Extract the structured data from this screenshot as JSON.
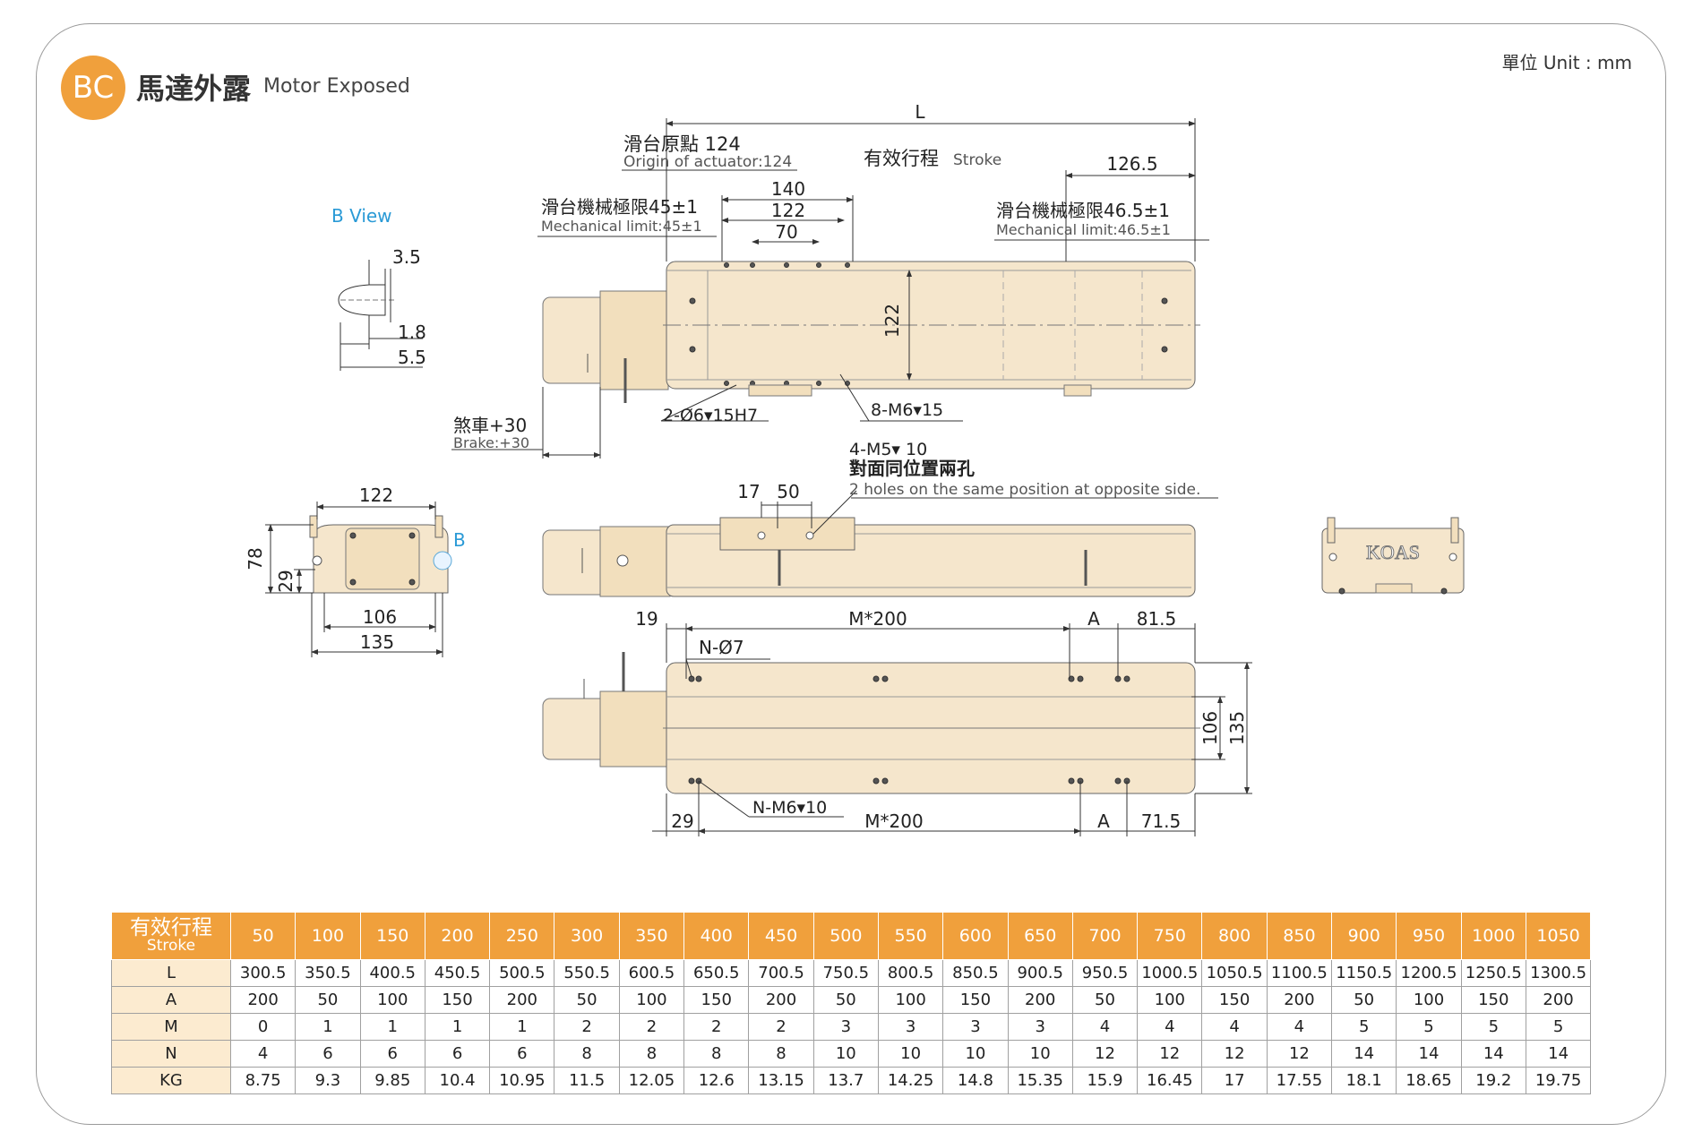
{
  "header": {
    "badge": "BC",
    "title_zh": "馬達外露",
    "title_en": "Motor Exposed",
    "unit": "單位 Unit : mm"
  },
  "drawing": {
    "top_view": {
      "L": "L",
      "origin_zh": "滑台原點 124",
      "origin_en": "Origin of actuator:124",
      "stroke_zh": "有效行程",
      "stroke_en": "Stroke",
      "d126_5": "126.5",
      "mech_left_zh": "滑台機械極限45±1",
      "mech_left_en": "Mechanical limit:45±1",
      "d140": "140",
      "d122a": "122",
      "d70": "70",
      "mech_right_zh": "滑台機械極限46.5±1",
      "mech_right_en": "Mechanical limit:46.5±1",
      "d122v": "122",
      "pin_holes": "2-Ø6▾15H7",
      "tap_holes": "8-M6▾15",
      "brake_zh": "煞車+30",
      "brake_en": "Brake:+30"
    },
    "b_view": {
      "title": "B View",
      "d3_5": "3.5",
      "d1_8": "1.8",
      "d5_5": "5.5"
    },
    "end_view": {
      "d122": "122",
      "d78": "78",
      "d29": "29",
      "d106": "106",
      "d135": "135",
      "b": "B"
    },
    "side_view": {
      "m5": "4-M5▾ 10",
      "m5_zh": "對面同位置兩孔",
      "m5_en": "2 holes on the same position at opposite side.",
      "d17": "17",
      "d50": "50"
    },
    "bottom_view": {
      "d19": "19",
      "m200_top": "M*200",
      "a_top": "A",
      "d81_5": "81.5",
      "n_o7": "N-Ø7",
      "d106": "106",
      "d135": "135",
      "d29": "29",
      "n_m6": "N-M6▾10",
      "m200_bot": "M*200",
      "a_bot": "A",
      "d71_5": "71.5"
    },
    "rear_view": {
      "logo": "KOAS"
    }
  },
  "table": {
    "head_zh": "有效行程",
    "head_en": "Stroke",
    "strokes": [
      "50",
      "100",
      "150",
      "200",
      "250",
      "300",
      "350",
      "400",
      "450",
      "500",
      "550",
      "600",
      "650",
      "700",
      "750",
      "800",
      "850",
      "900",
      "950",
      "1000",
      "1050"
    ],
    "rows": [
      {
        "label": "L",
        "values": [
          "300.5",
          "350.5",
          "400.5",
          "450.5",
          "500.5",
          "550.5",
          "600.5",
          "650.5",
          "700.5",
          "750.5",
          "800.5",
          "850.5",
          "900.5",
          "950.5",
          "1000.5",
          "1050.5",
          "1100.5",
          "1150.5",
          "1200.5",
          "1250.5",
          "1300.5"
        ]
      },
      {
        "label": "A",
        "values": [
          "200",
          "50",
          "100",
          "150",
          "200",
          "50",
          "100",
          "150",
          "200",
          "50",
          "100",
          "150",
          "200",
          "50",
          "100",
          "150",
          "200",
          "50",
          "100",
          "150",
          "200"
        ]
      },
      {
        "label": "M",
        "values": [
          "0",
          "1",
          "1",
          "1",
          "1",
          "2",
          "2",
          "2",
          "2",
          "3",
          "3",
          "3",
          "3",
          "4",
          "4",
          "4",
          "4",
          "5",
          "5",
          "5",
          "5"
        ]
      },
      {
        "label": "N",
        "values": [
          "4",
          "6",
          "6",
          "6",
          "6",
          "8",
          "8",
          "8",
          "8",
          "10",
          "10",
          "10",
          "10",
          "12",
          "12",
          "12",
          "12",
          "14",
          "14",
          "14",
          "14"
        ]
      },
      {
        "label": "KG",
        "values": [
          "8.75",
          "9.3",
          "9.85",
          "10.4",
          "10.95",
          "11.5",
          "12.05",
          "12.6",
          "13.15",
          "13.7",
          "14.25",
          "14.8",
          "15.35",
          "15.9",
          "16.45",
          "17",
          "17.55",
          "18.1",
          "18.65",
          "19.2",
          "19.75"
        ]
      }
    ]
  }
}
